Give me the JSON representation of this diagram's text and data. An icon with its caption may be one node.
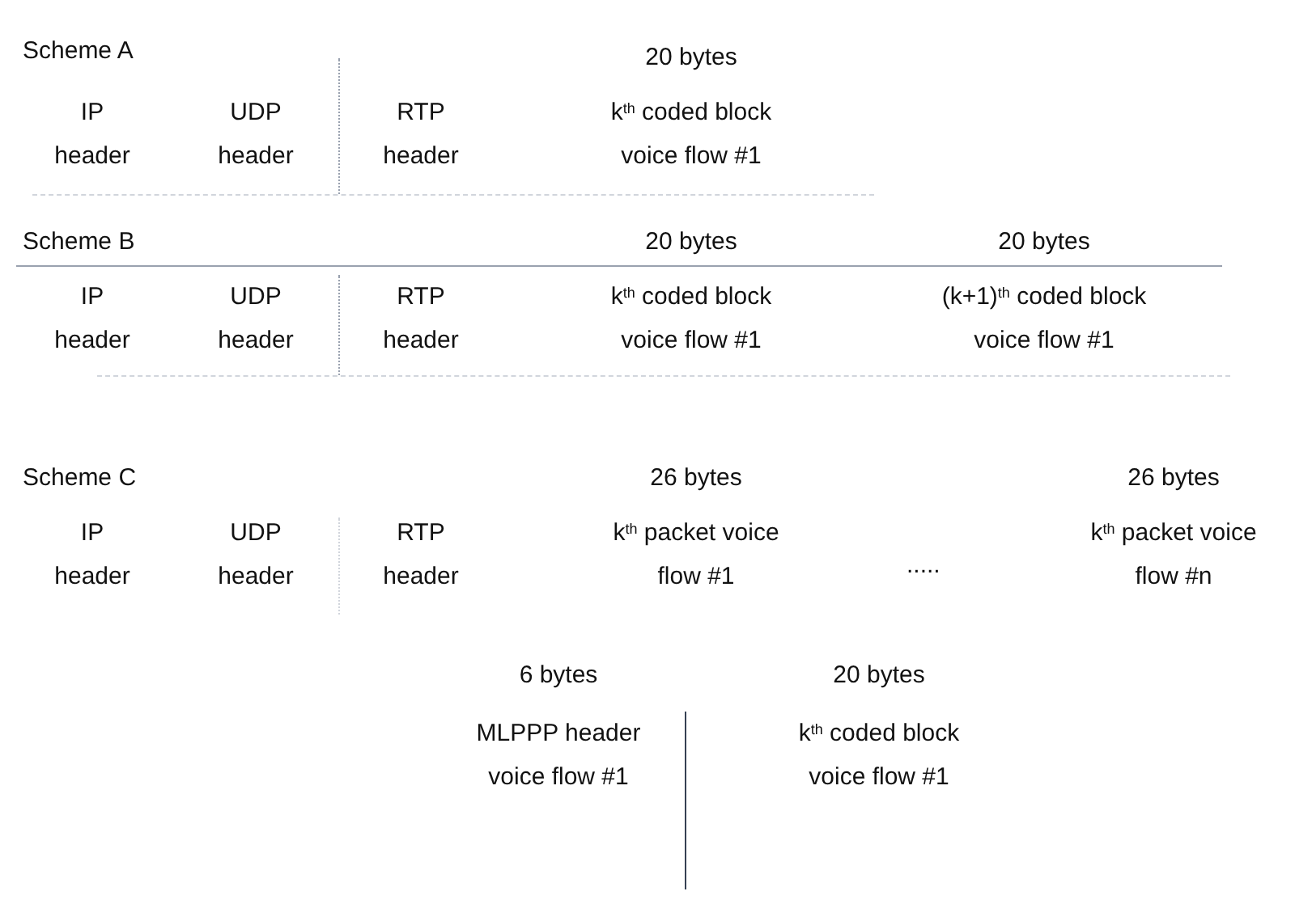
{
  "diagram": {
    "nodes": [
      {
        "text": [
          "IP header"
        ]
      },
      {
        "text": [
          "UDP header"
        ]
      },
      {
        "text": [
          "RTP header"
        ]
      },
      {
        "text": [
          "k$^{th}$ coded block voice flow #1"
        ],
        "beside": [
          "20 bytes"
        ]
      },
      {
        "text": [
          "IP header"
        ]
      },
      {
        "text": [
          "UDP header"
        ]
      },
      {
        "text": [
          "RTP header"
        ]
      },
      {
        "text": [
          "k$^{th}$ coded block voice flow #1"
        ],
        "beside": [
          "20 bytes"
        ]
      },
      {
        "text": [
          "(k+1)$^{th}$ coded block voice flow #1"
        ],
        "beside": [
          "20 bytes"
        ]
      },
      {
        "text": [
          "IP header"
        ]
      },
      {
        "text": [
          "UDP header"
        ]
      },
      {
        "text": [
          "RTP header"
        ]
      },
      {
        "text": [
          "k$^{th}$ packet voice flow #1"
        ],
        "beside": [
          "26 bytes"
        ]
      },
      {
        "text": [
          "k$^{th}$ packet voice flow #n"
        ],
        "beside": [
          "26 bytes"
        ]
      },
      {
        "text": [
          "MLPPP header voice flow #1"
        ],
        "beside": [
          "6 bytes"
        ]
      },
      {
        "text": [
          "k$^{th}$ coded block voice flow #1"
        ],
        "beside": [
          "20 bytes"
        ]
      }
    ],
    "labels": [
      "Scheme A",
      "Scheme B",
      "Scheme C",
      "....."
    ]
  }
}
